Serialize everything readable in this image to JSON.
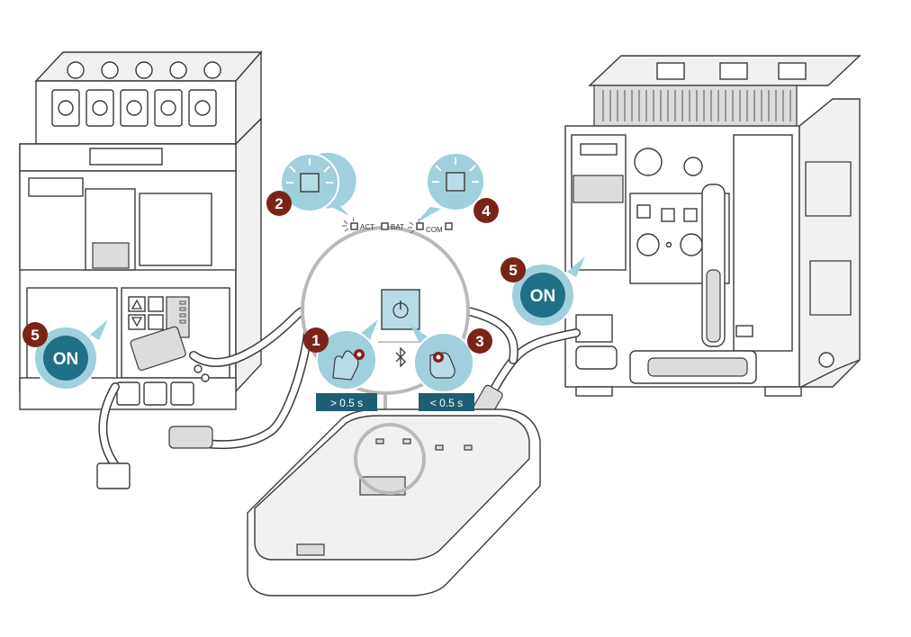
{
  "steps": {
    "step1": "1",
    "step2": "2",
    "step3": "3",
    "step4": "4",
    "step5_left": "5",
    "step5_right": "5"
  },
  "badges": {
    "on_left": "ON",
    "on_right": "ON"
  },
  "press_labels": {
    "long_press": "> 0.5 s",
    "short_press": "< 0.5 s"
  },
  "led_labels": {
    "act": "ACT",
    "bat": "BAT",
    "com": "COM"
  },
  "colors": {
    "step_marker": "#7a2418",
    "badge_teal": "#1f6f86",
    "highlight_teal": "#9fd0dc",
    "press_label_bg": "#1f5d73",
    "outline": "#3a3a3a"
  }
}
